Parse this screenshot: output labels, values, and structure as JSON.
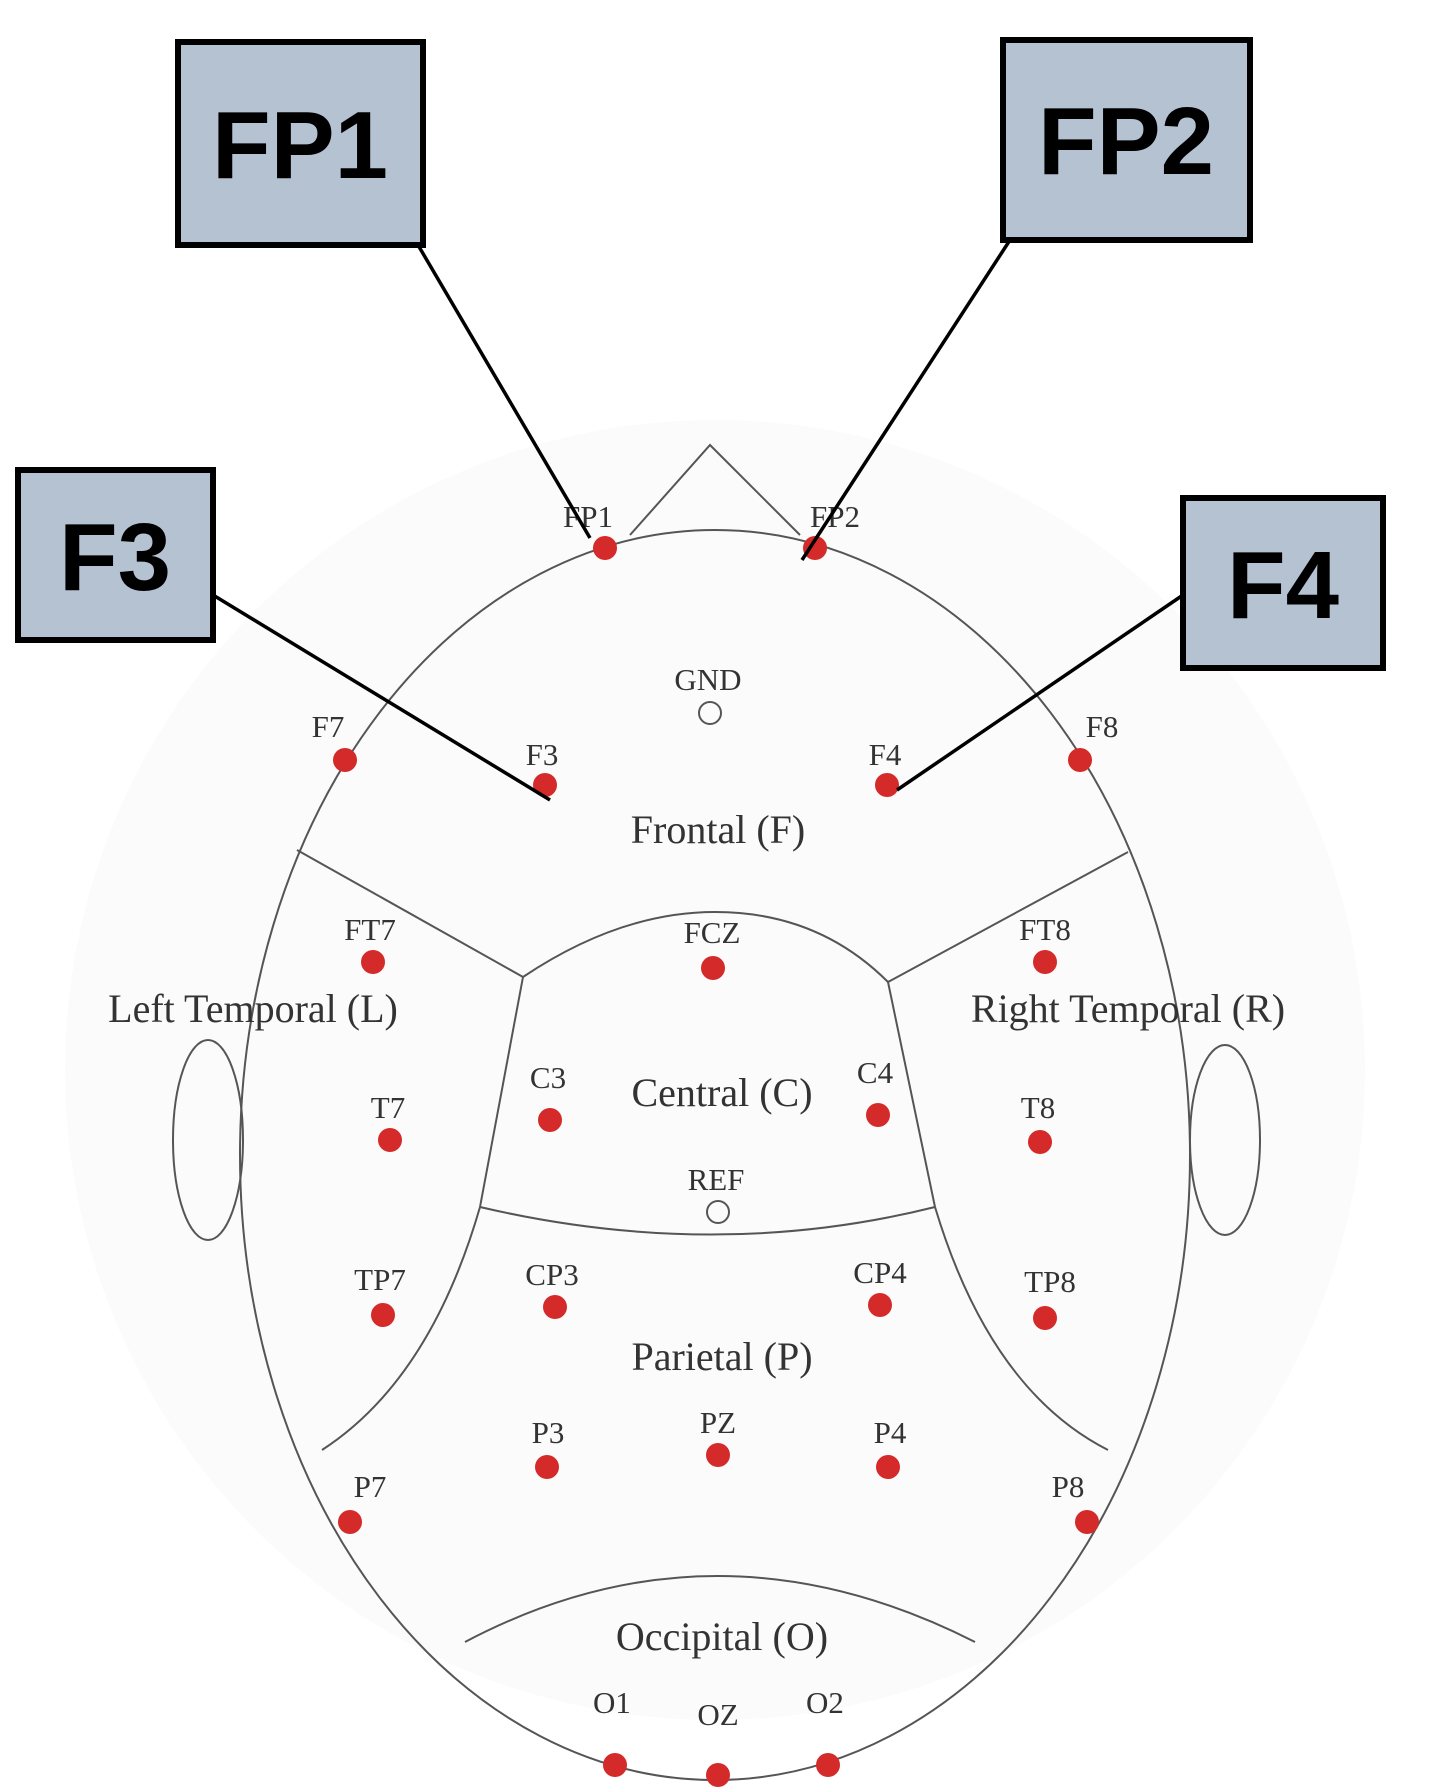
{
  "colors": {
    "electrode": "#d42a2a",
    "callout_fill": "#b4c2d2",
    "outline": "#555555"
  },
  "regions": {
    "frontal": "Frontal (F)",
    "left_temporal": "Left Temporal (L)",
    "right_temporal": "Right Temporal (R)",
    "central": "Central (C)",
    "parietal": "Parietal (P)",
    "occipital": "Occipital (O)"
  },
  "reference_points": {
    "gnd": "GND",
    "ref": "REF"
  },
  "electrodes": [
    "FP1",
    "FP2",
    "F7",
    "F3",
    "F4",
    "F8",
    "FT7",
    "FCZ",
    "FT8",
    "C3",
    "C4",
    "T7",
    "T8",
    "TP7",
    "CP3",
    "CP4",
    "TP8",
    "P3",
    "PZ",
    "P4",
    "P7",
    "P8",
    "O1",
    "OZ",
    "O2"
  ],
  "callouts": {
    "fp1": "FP1",
    "fp2": "FP2",
    "f3": "F3",
    "f4": "F4"
  }
}
